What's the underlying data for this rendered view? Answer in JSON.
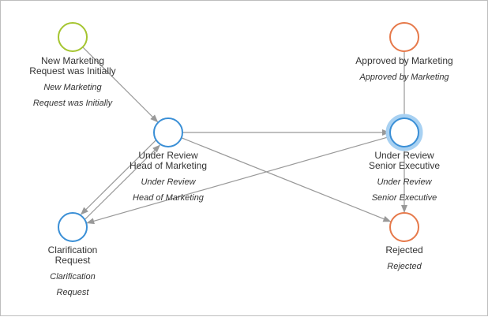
{
  "colors": {
    "start": "#a5c530",
    "normal": "#3a8fd6",
    "selected_ring": "#a8d1f2",
    "end": "#e6794a",
    "edge": "#999999"
  },
  "nodes": [
    {
      "id": "new",
      "type": "start",
      "name_lines": [
        "New Marketing",
        "Request was Initially"
      ],
      "sub_lines": [
        "New Marketing",
        "Request was Initially"
      ]
    },
    {
      "id": "approved",
      "type": "end",
      "name_lines": [
        "Approved by Marketing"
      ],
      "sub_lines": [
        "Approved by Marketing"
      ]
    },
    {
      "id": "review_head",
      "type": "normal",
      "name_lines": [
        "Under Review",
        "Head of Marketing"
      ],
      "sub_lines": [
        "Under Review",
        "Head of Marketing"
      ]
    },
    {
      "id": "review_exec",
      "type": "normal",
      "selected": true,
      "name_lines": [
        "Under Review",
        "Senior Executive"
      ],
      "sub_lines": [
        "Under Review",
        "Senior Executive"
      ]
    },
    {
      "id": "clarify",
      "type": "normal",
      "name_lines": [
        "Clarification",
        "Request"
      ],
      "sub_lines": [
        "Clarification",
        "Request"
      ]
    },
    {
      "id": "rejected",
      "type": "end",
      "name_lines": [
        "Rejected"
      ],
      "sub_lines": [
        "Rejected"
      ]
    }
  ],
  "edges": [
    {
      "from": "new",
      "to": "review_head",
      "arrow": true
    },
    {
      "from": "review_head",
      "to": "review_exec",
      "arrow": true
    },
    {
      "from": "review_head",
      "to": "rejected",
      "arrow": true
    },
    {
      "from": "review_head",
      "to": "clarify",
      "arrow": true
    },
    {
      "from": "clarify",
      "to": "review_head",
      "arrow": true
    },
    {
      "from": "review_exec",
      "to": "clarify",
      "arrow": true
    },
    {
      "from": "review_exec",
      "to": "approved",
      "arrow": false
    },
    {
      "from": "review_exec",
      "to": "rejected",
      "arrow": true
    }
  ]
}
